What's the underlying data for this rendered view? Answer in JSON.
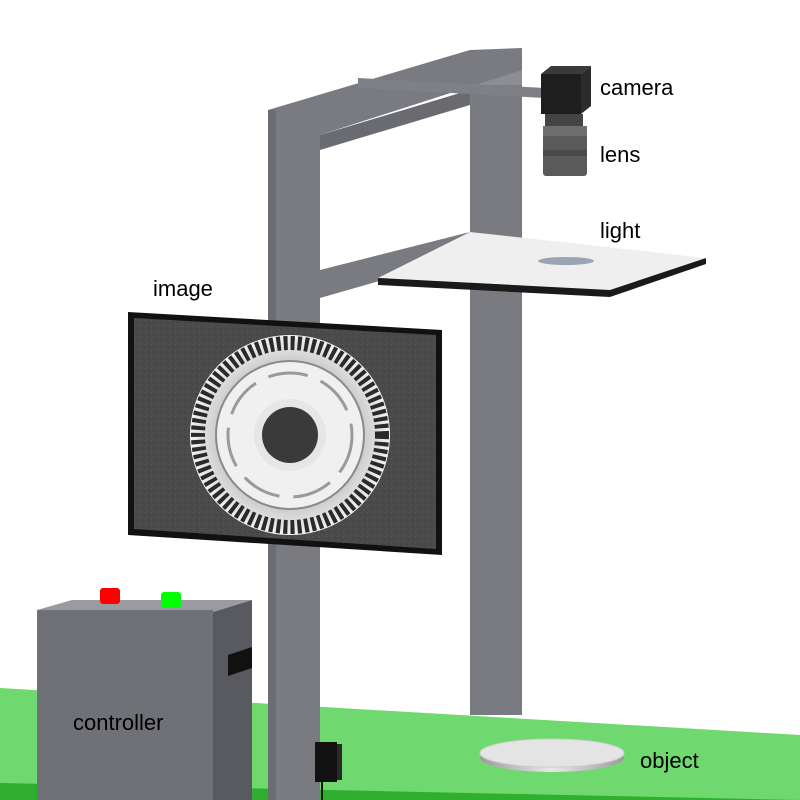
{
  "labels": {
    "camera": "camera",
    "lens": "lens",
    "light": "light",
    "image": "image",
    "controller": "controller",
    "object": "object"
  },
  "colors": {
    "background": "#ffffff",
    "floor": "#6fd86f",
    "floor_edge": "#2fae2f",
    "frame": "#7a7b80",
    "frame_shadow": "#5f6065",
    "controller_front": "#707176",
    "controller_side": "#595a5f",
    "controller_top": "#9a9ba0",
    "indicator_red": "#ff0000",
    "indicator_green": "#00ff00",
    "light_panel": "#efefef",
    "object_disc": "#e4e4e4"
  },
  "icons": {
    "camera": "camera-icon",
    "lens": "lens-icon",
    "sensor": "sensor-icon",
    "connector": "connector-icon"
  }
}
